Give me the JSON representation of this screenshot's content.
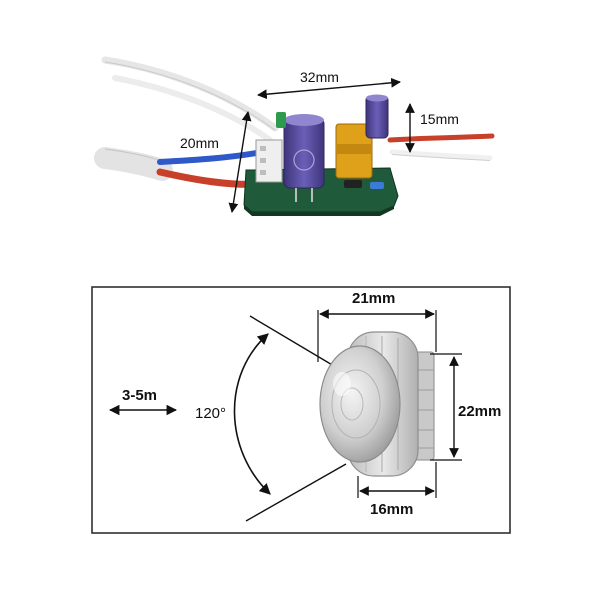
{
  "module_photo": {
    "dim_length": "32mm",
    "dim_width": "20mm",
    "dim_wire": "15mm"
  },
  "sensor_diagram": {
    "dim_range": "3-5m",
    "dim_angle": "120°",
    "dim_outer_width": "21mm",
    "dim_height": "22mm",
    "dim_thread": "16mm"
  },
  "colors": {
    "pcb_green": "#1f5a3a",
    "capacitor_purple": "#5a4fa3",
    "inductor_yellow": "#e0a11a",
    "wire_red": "#c8402a",
    "wire_blue": "#2f58c8",
    "sensor_body": "#d9d9d9"
  }
}
